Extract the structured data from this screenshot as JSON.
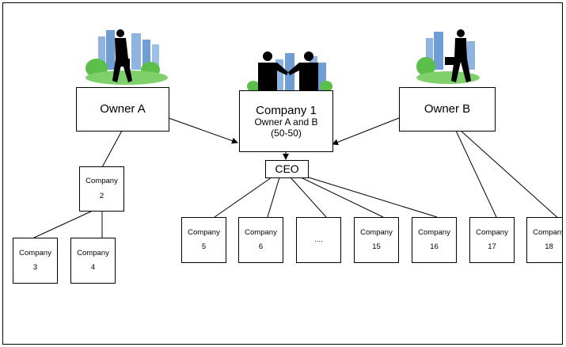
{
  "nodes": {
    "owner_a": "Owner A",
    "owner_b": "Owner B",
    "company1": {
      "title": "Company 1",
      "line1": "Owner A and B",
      "line2": "(50-50)"
    },
    "ceo": "CEO",
    "company2": {
      "name": "Company",
      "num": "2"
    },
    "company3": {
      "name": "Company",
      "num": "3"
    },
    "company4": {
      "name": "Company",
      "num": "4"
    },
    "company5": {
      "name": "Company",
      "num": "5"
    },
    "company6": {
      "name": "Company",
      "num": "6"
    },
    "ellipsis": "....",
    "company15": {
      "name": "Company",
      "num": "15"
    },
    "company16": {
      "name": "Company",
      "num": "16"
    },
    "company17": {
      "name": "Company",
      "num": "17"
    },
    "company18": {
      "name": "Company",
      "num": "18"
    }
  },
  "colors": {
    "sky": "#8fb4e0",
    "building": "#6f9ed4",
    "tree": "#5bbf4a",
    "figure": "#000000"
  }
}
